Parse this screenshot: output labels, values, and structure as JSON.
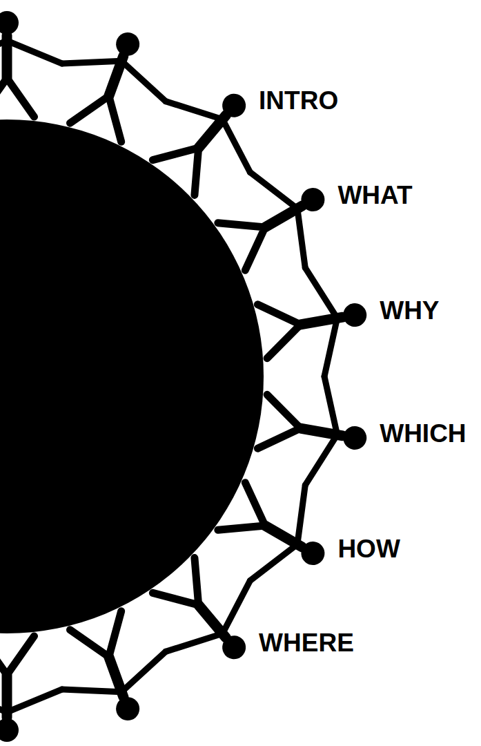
{
  "diagram": {
    "labels": [
      "INTRO",
      "WHAT",
      "WHY",
      "WHICH",
      "HOW",
      "WHERE"
    ]
  }
}
